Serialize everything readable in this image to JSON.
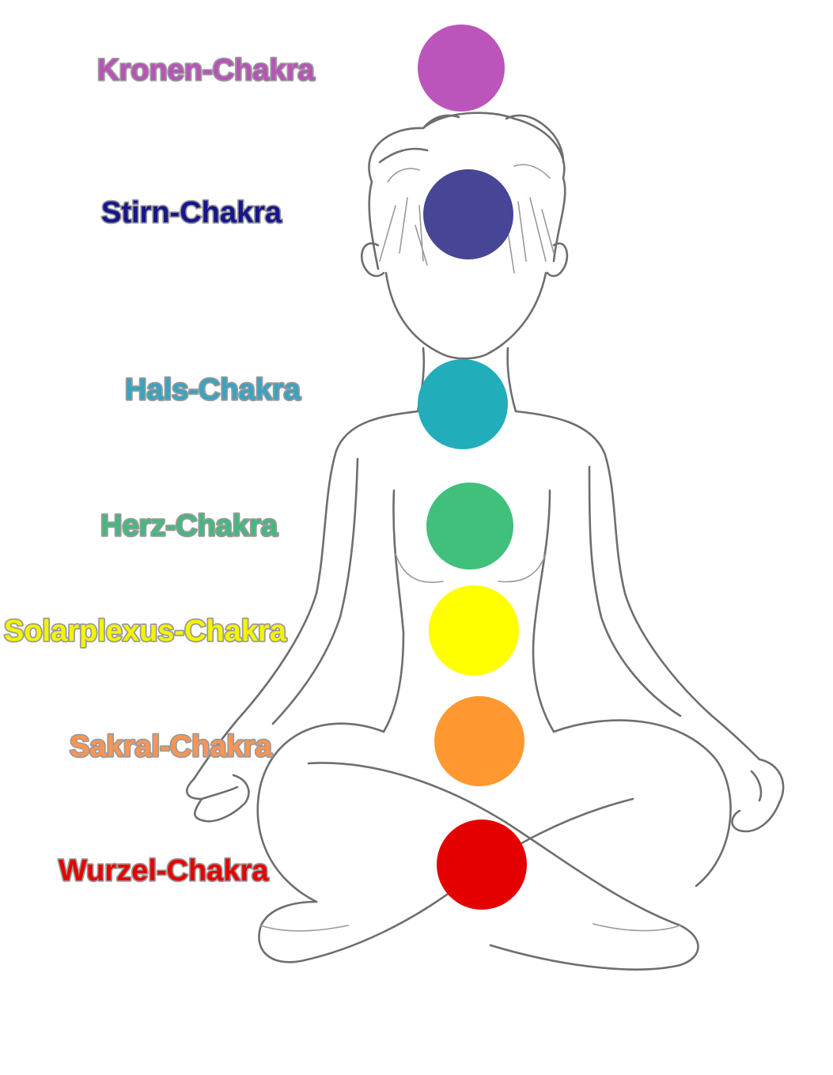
{
  "chakras": [
    {
      "label": "Kronen-Chakra",
      "color": "#bb55bb"
    },
    {
      "label": "Stirn-Chakra",
      "color": "#474595"
    },
    {
      "label": "Hals-Chakra",
      "color": "#22adbb"
    },
    {
      "label": "Herz-Chakra",
      "color": "#41c07b"
    },
    {
      "label": "Solarplexus-Chakra",
      "color": "#ffff00"
    },
    {
      "label": "Sakral-Chakra",
      "color": "#ff9830"
    },
    {
      "label": "Wurzel-Chakra",
      "color": "#e50000"
    }
  ],
  "label_colors": [
    "#b853b8",
    "#16168a",
    "#3aa3c0",
    "#45b880",
    "#f4f400",
    "#ff9452",
    "#e60000"
  ]
}
